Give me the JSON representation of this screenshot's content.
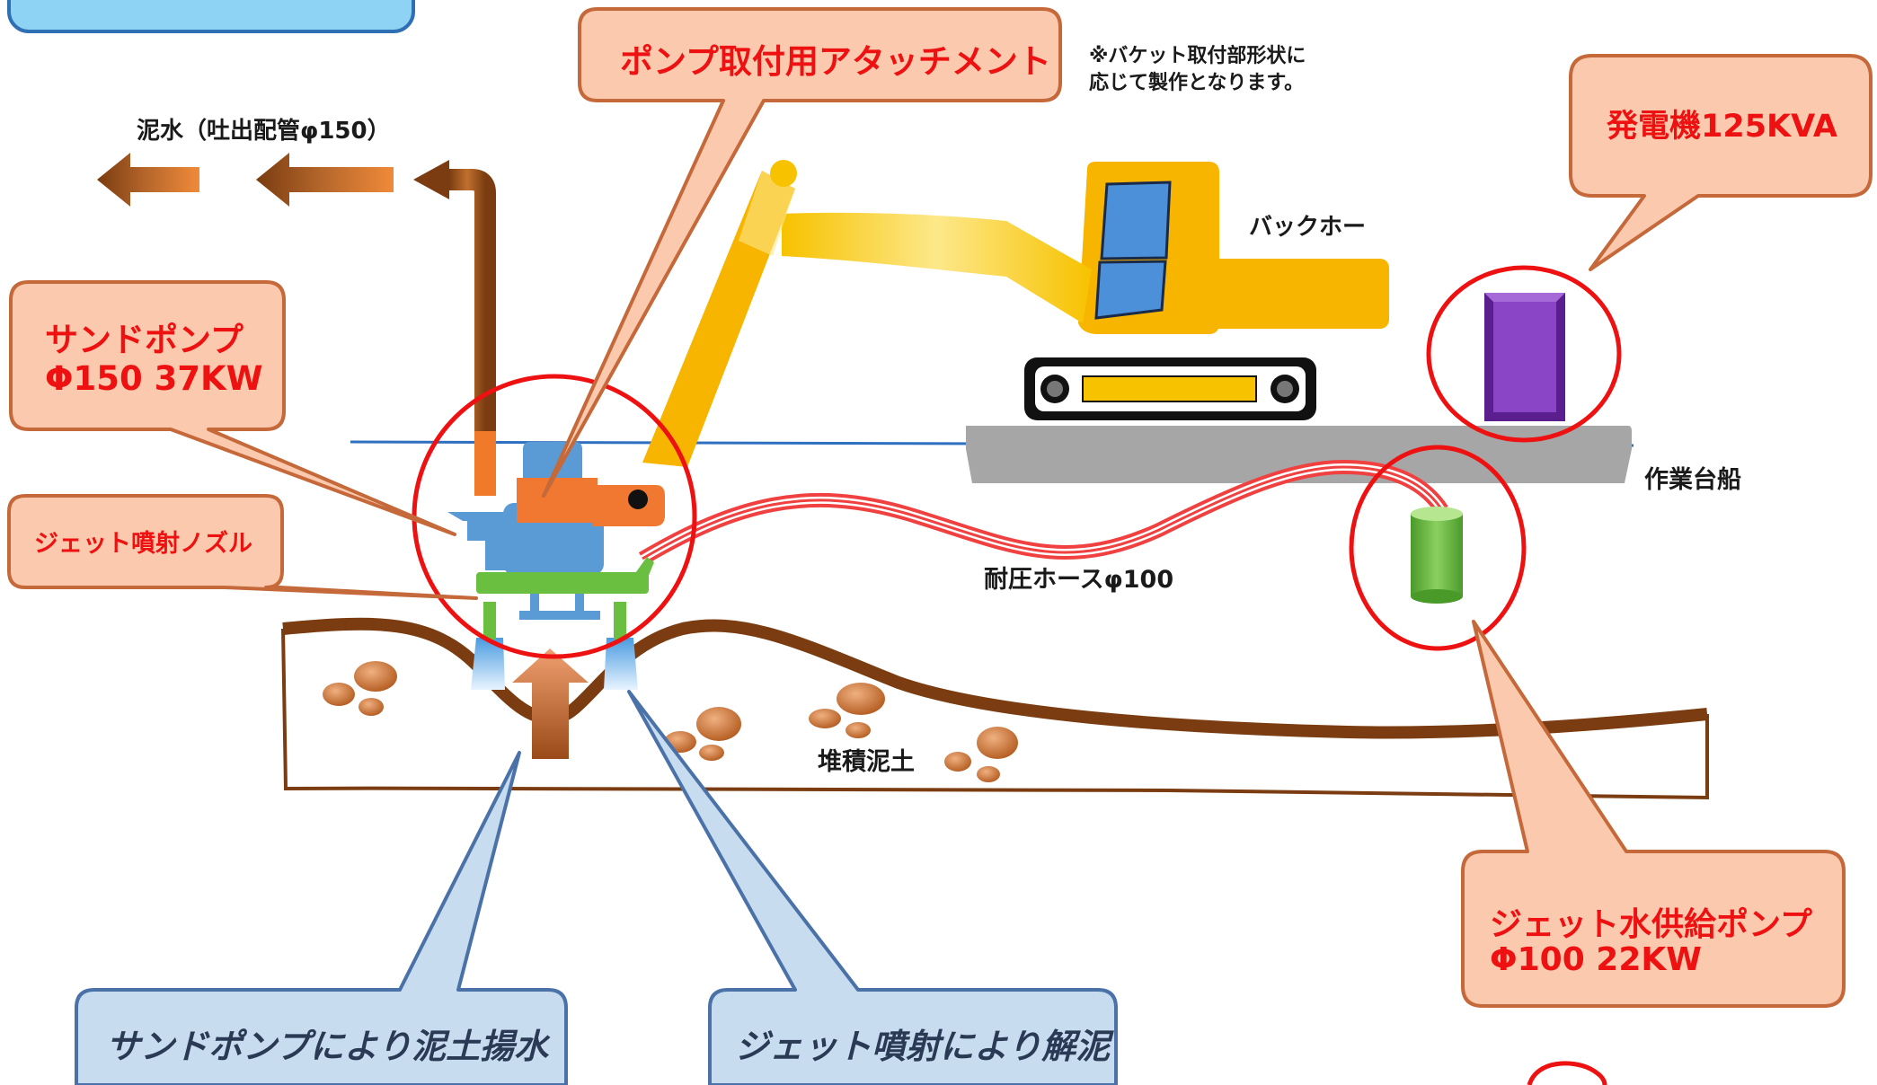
{
  "labels": {
    "pump_attachment": "ポンプ取付用アタッチメント",
    "bucket_note_line1": "※バケット取付部形状に",
    "bucket_note_line2": "応じて製作となります。",
    "generator": "発電機125KVA",
    "mud_water": "泥水（吐出配管φ150）",
    "backhoe": "バックホー",
    "sand_pump_line1": "サンドポンプ",
    "sand_pump_line2": "Φ150  37KW",
    "jet_nozzle": "ジェット噴射ノズル",
    "work_barge": "作業台船",
    "pressure_hose": "耐圧ホースφ100",
    "sediment": "堆積泥土",
    "jet_pump_line1": "ジェット水供給ポンプ",
    "jet_pump_line2": "Φ100  22KW",
    "sand_pump_lift": "サンドポンプにより泥土揚水",
    "jet_loosen": "ジェット噴射により解泥"
  },
  "colors": {
    "callout_fill": "#fbc9ad",
    "callout_stroke": "#c5683a",
    "callout_text": "#ee1111",
    "blue_callout_fill": "#c8dcef",
    "blue_callout_stroke": "#4a72a8",
    "highlight_circle": "#ee1111",
    "seabed": "#7a3c10",
    "backhoe_yellow": "#f7b500",
    "barge_gray": "#a6a6a6",
    "generator_purple": "#7a36b0",
    "jet_pump_green": "#6abf40",
    "pump_blue": "#5b9bd5",
    "pump_orange": "#f07830",
    "water_line": "#2e6fbf"
  },
  "icons": [
    "backhoe-icon",
    "generator-icon",
    "jet-water-pump-icon",
    "sand-pump-icon",
    "discharge-arrow-icon",
    "mud-lump-icon"
  ]
}
